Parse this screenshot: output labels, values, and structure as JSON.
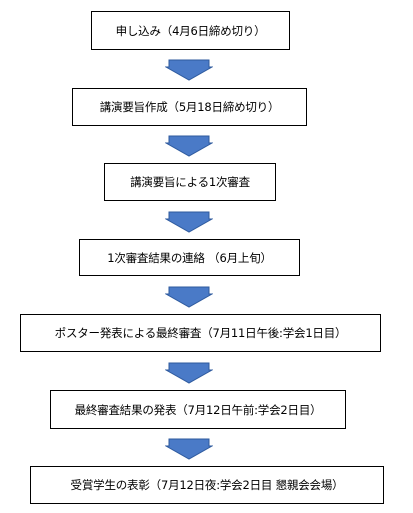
{
  "steps": [
    {
      "label": "申し込み（4月6日締め切り）"
    },
    {
      "label": "講演要旨作成（5月18日締め切り）"
    },
    {
      "label": "講演要旨による1次審査"
    },
    {
      "label": "1次審査結果の連絡 （6月上旬）"
    },
    {
      "label": "ポスター発表による最終審査（7月11日午後:学会1日目）"
    },
    {
      "label": "最終審査結果の発表（7月12日午前:学会2日目）"
    },
    {
      "label": "受賞学生の表彰（7月12日夜:学会2日目 懇親会会場）"
    }
  ],
  "colors": {
    "arrow_fill": "#4a7ac7",
    "arrow_stroke": "#2e5a9e",
    "box_border": "#000000"
  },
  "icons": [
    "arrow-down-icon"
  ]
}
